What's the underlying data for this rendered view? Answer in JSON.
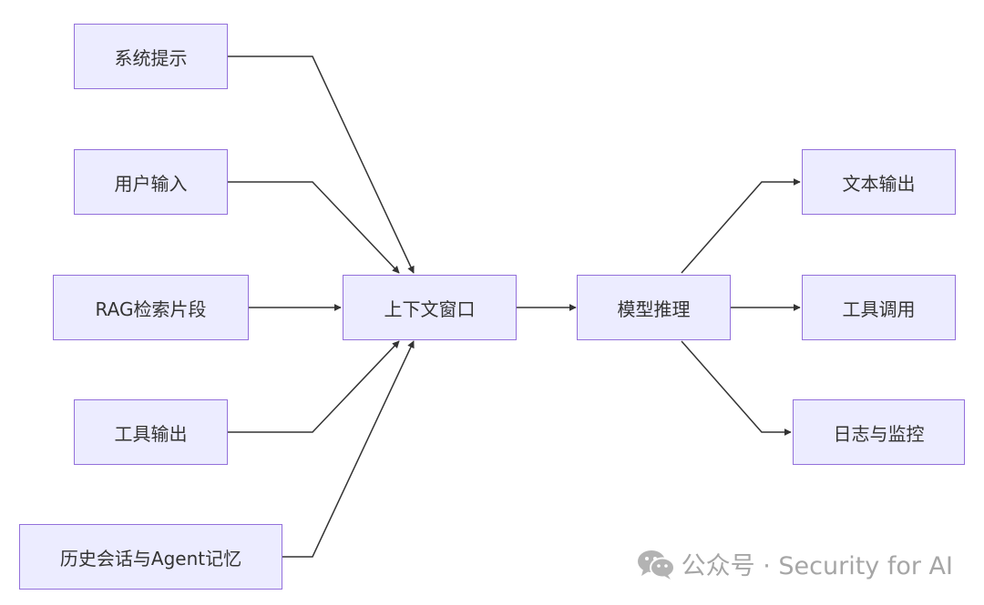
{
  "nodes": {
    "system_prompt": "系统提示",
    "user_input": "用户输入",
    "rag_snippets": "RAG检索片段",
    "tool_output": "工具输出",
    "history_memory": "历史会话与Agent记忆",
    "context_window": "上下文窗口",
    "model_inference": "模型推理",
    "text_output": "文本输出",
    "tool_call": "工具调用",
    "logging_monitoring": "日志与监控"
  },
  "edges": [
    {
      "from": "system_prompt",
      "to": "context_window"
    },
    {
      "from": "user_input",
      "to": "context_window"
    },
    {
      "from": "rag_snippets",
      "to": "context_window"
    },
    {
      "from": "tool_output",
      "to": "context_window"
    },
    {
      "from": "history_memory",
      "to": "context_window"
    },
    {
      "from": "context_window",
      "to": "model_inference"
    },
    {
      "from": "model_inference",
      "to": "text_output"
    },
    {
      "from": "model_inference",
      "to": "tool_call"
    },
    {
      "from": "model_inference",
      "to": "logging_monitoring"
    }
  ],
  "watermark": {
    "label": "公众号 · Security for AI",
    "icon": "wechat-icon"
  },
  "colors": {
    "node_fill": "#ececff",
    "node_border": "#9370db",
    "edge": "#333333",
    "watermark": "#a6a6a6"
  }
}
